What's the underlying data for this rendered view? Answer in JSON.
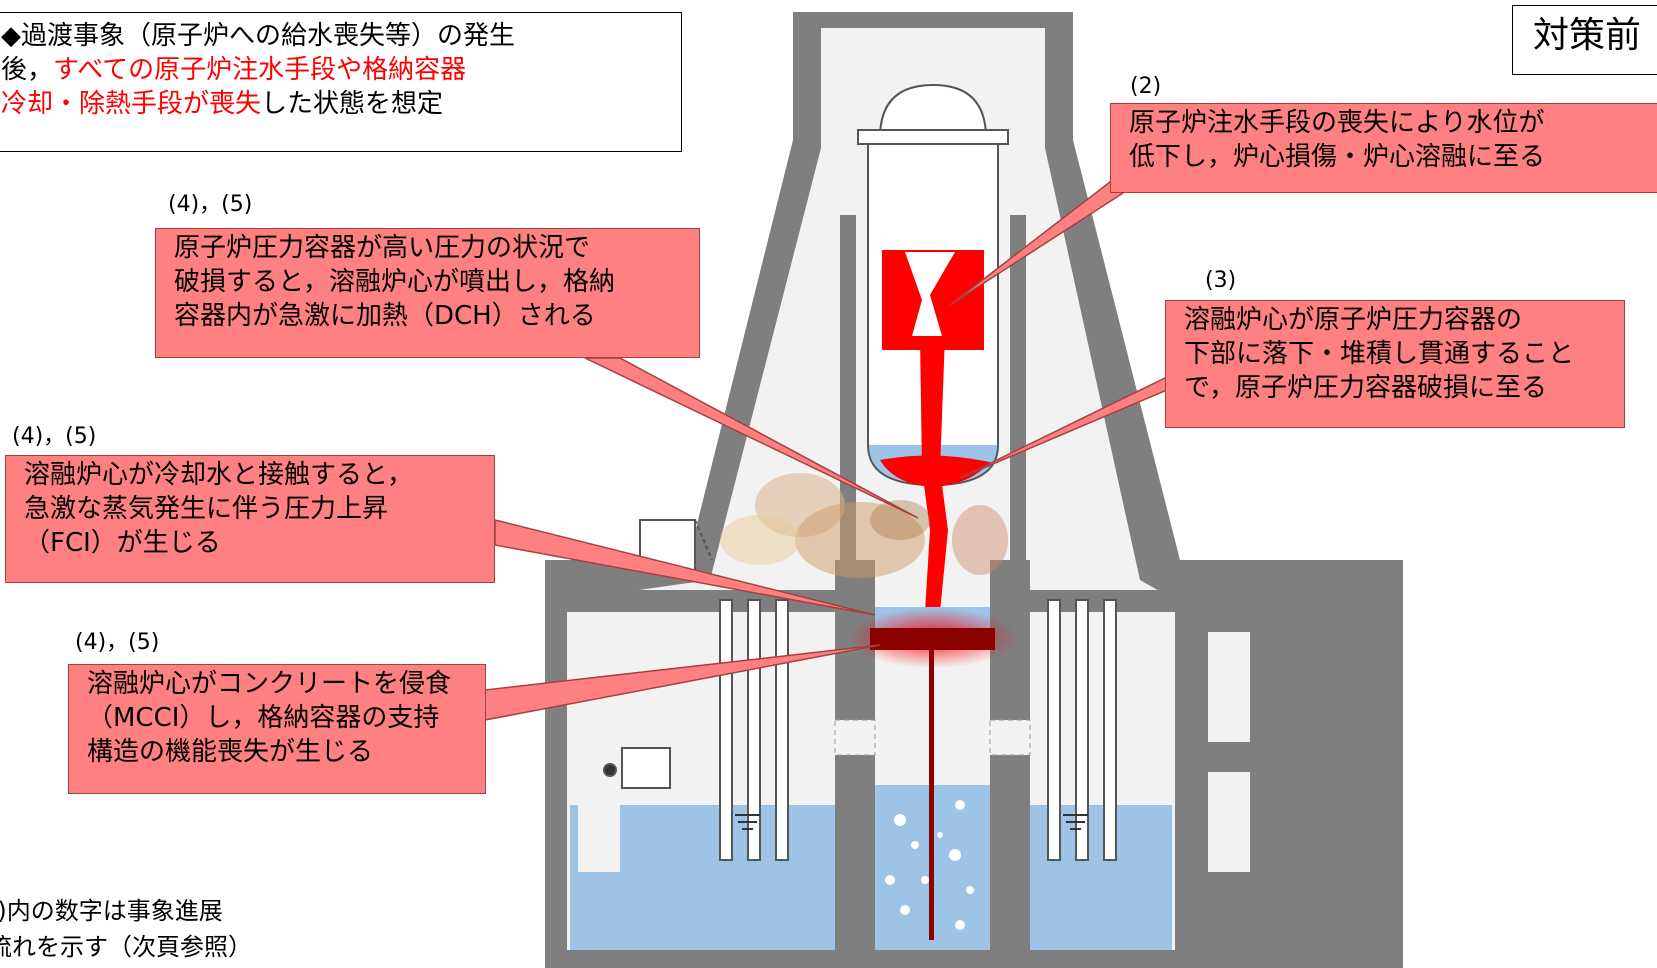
{
  "title": "対策前",
  "scenario": {
    "line1": "◆過渡事象（原子炉への給水喪失等）の発生",
    "line2_prefix": "後，",
    "line2_red": "すべての原子炉注水手段や格納容器",
    "line3_red": "冷却・除熱手段が喪失",
    "line3_suffix": "した状態を想定"
  },
  "callouts": {
    "c2": {
      "number": "(2)",
      "lines": [
        "原子炉注水手段の喪失により水位が",
        "低下し，炉心損傷・炉心溶融に至る"
      ]
    },
    "c3": {
      "number": "(3)",
      "lines": [
        "溶融炉心が原子炉圧力容器の",
        "下部に落下・堆積し貫通すること",
        "で，原子炉圧力容器破損に至る"
      ]
    },
    "dch": {
      "number": "(4)，(5)",
      "lines": [
        "原子炉圧力容器が高い圧力の状況で",
        "破損すると，溶融炉心が噴出し，格納",
        "容器内が急激に加熱（DCH）される"
      ]
    },
    "fci": {
      "number": "(4)，(5)",
      "lines": [
        "溶融炉心が冷却水と接触すると，",
        "急激な蒸気発生に伴う圧力上昇",
        "（FCI）が生じる"
      ]
    },
    "mcci": {
      "number": "(4)，(5)",
      "lines": [
        "溶融炉心がコンクリートを侵食",
        "（MCCI）し，格納容器の支持",
        "構造の機能喪失が生じる"
      ]
    }
  },
  "footnote": {
    "line1": "()内の数字は事象進展",
    "line2": "流れを示す（次頁参照）"
  },
  "colors": {
    "concrete": "#7f7f7f",
    "interior": "#f2f2f2",
    "water": "#9dc3e6",
    "callout_fill": "#ff8080",
    "melt": "#ff0000",
    "debris": "#8b0000"
  }
}
